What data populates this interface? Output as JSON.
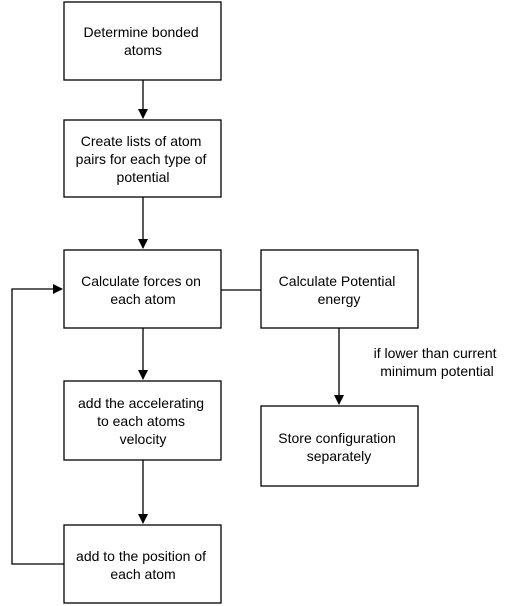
{
  "nodes": [
    {
      "id": "determine",
      "lines": [
        "Determine bonded",
        "atoms"
      ]
    },
    {
      "id": "create_lists",
      "lines": [
        "Create lists of  atom",
        "pairs for each type of",
        "potential"
      ]
    },
    {
      "id": "calc_forces",
      "lines": [
        "Calculate  forces on",
        "each atom"
      ]
    },
    {
      "id": "calc_potential",
      "lines": [
        "Calculate Potential",
        "energy"
      ]
    },
    {
      "id": "add_accel",
      "lines": [
        "add the accelerating",
        "to each atoms",
        "velocity"
      ]
    },
    {
      "id": "store_config",
      "lines": [
        "Store configuration",
        "separately"
      ]
    },
    {
      "id": "add_position",
      "lines": [
        "add to the position of",
        "each atom"
      ]
    }
  ],
  "edges": [
    {
      "from": "determine",
      "to": "create_lists",
      "arrow": true
    },
    {
      "from": "create_lists",
      "to": "calc_forces",
      "arrow": true
    },
    {
      "from": "calc_forces",
      "to": "add_accel",
      "arrow": true
    },
    {
      "from": "add_accel",
      "to": "add_position",
      "arrow": true
    },
    {
      "from": "add_position",
      "to": "calc_forces",
      "arrow": true
    },
    {
      "from": "calc_forces",
      "to": "calc_potential",
      "arrow": false
    },
    {
      "from": "calc_potential",
      "to": "store_config",
      "arrow": true,
      "label": [
        "if lower than current",
        "minimum potential"
      ]
    }
  ]
}
